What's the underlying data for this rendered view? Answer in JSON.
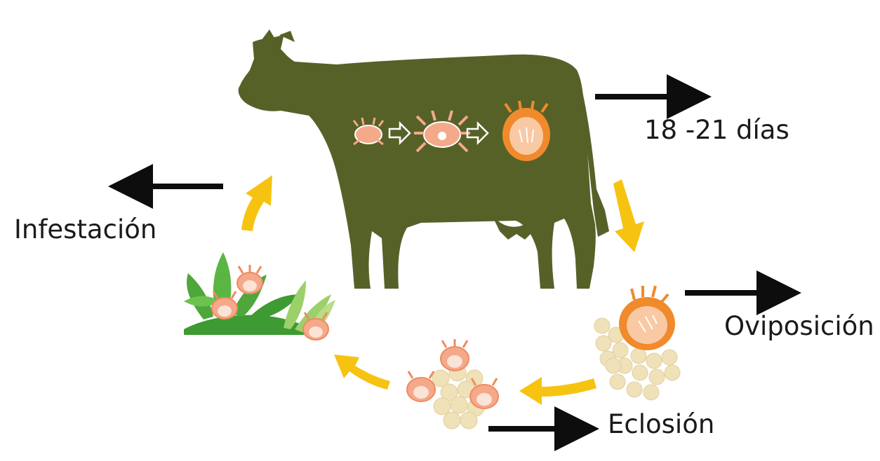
{
  "labels": {
    "days": "18 -21 días",
    "infestation": "Infestación",
    "oviposition": "Oviposición",
    "hatching": "Eclosión"
  },
  "colors": {
    "cow": "#566128",
    "tick_body": "#f4a98a",
    "tick_engorged": "#f08a2c",
    "egg": "#efe1b8",
    "yellow_arrow": "#f6c311",
    "black_arrow": "#0d0d0d",
    "grass": "#4fa63a"
  },
  "icons": {
    "cow": "cow-silhouette-icon",
    "larva": "larva-tick-icon",
    "nymph": "nymph-tick-icon",
    "adult": "engorged-adult-tick-icon",
    "eggs": "egg-cluster-icon",
    "grass": "grass-tuft-icon"
  }
}
